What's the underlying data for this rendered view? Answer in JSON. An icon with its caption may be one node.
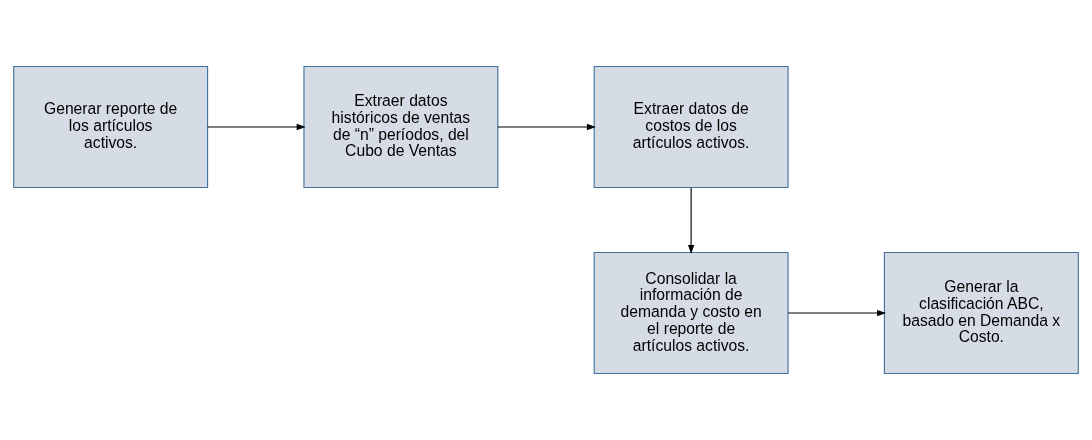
{
  "diagram": {
    "nodes": [
      {
        "text": [
          "Generar reporte de los artículos activos."
        ]
      },
      {
        "text": [
          "Extraer datos históricos de ventas de “n” períodos, del Cubo de Ventas"
        ]
      },
      {
        "text": [
          "Extraer datos de costos de los artículos activos."
        ]
      },
      {
        "text": [
          "Consolidar la información de demanda y costo en el reporte de artículos activos."
        ]
      },
      {
        "text": [
          "Generar la clasificación ABC, basado en Demanda x Costo."
        ]
      }
    ],
    "edges": [
      {
        "from": 0,
        "to": 1,
        "arrow": "to"
      },
      {
        "from": 1,
        "to": 2,
        "arrow": "to"
      },
      {
        "from": 2,
        "to": 3,
        "arrow": "to"
      },
      {
        "from": 3,
        "to": 4,
        "arrow": "to"
      }
    ]
  }
}
